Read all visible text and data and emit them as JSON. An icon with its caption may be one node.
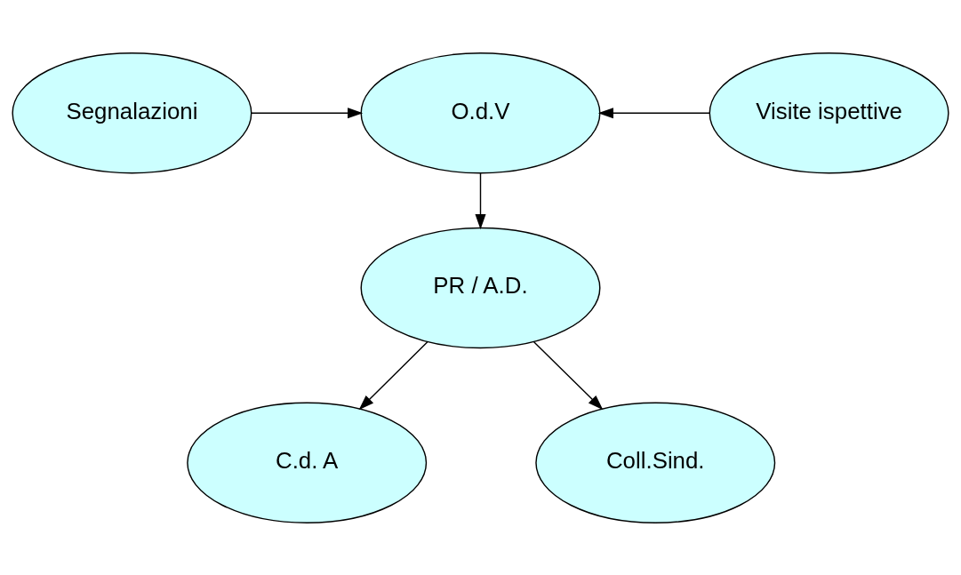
{
  "diagram": {
    "nodes": [
      {
        "text": [
          "Segnalazioni"
        ]
      },
      {
        "text": [
          "O.d.V"
        ]
      },
      {
        "text": [
          "Visite ispettive"
        ]
      },
      {
        "text": [
          "PR / A.D."
        ]
      },
      {
        "text": [
          "C.d. A"
        ]
      },
      {
        "text": [
          "Coll.Sind."
        ]
      }
    ],
    "edges": [
      {
        "from": 0,
        "to": 1,
        "arrow": "to"
      },
      {
        "from": 2,
        "to": 1,
        "arrow": "to"
      },
      {
        "from": 1,
        "to": 3,
        "arrow": "to"
      },
      {
        "from": 3,
        "to": 4,
        "arrow": "to"
      },
      {
        "from": 3,
        "to": 5,
        "arrow": "to"
      }
    ]
  }
}
